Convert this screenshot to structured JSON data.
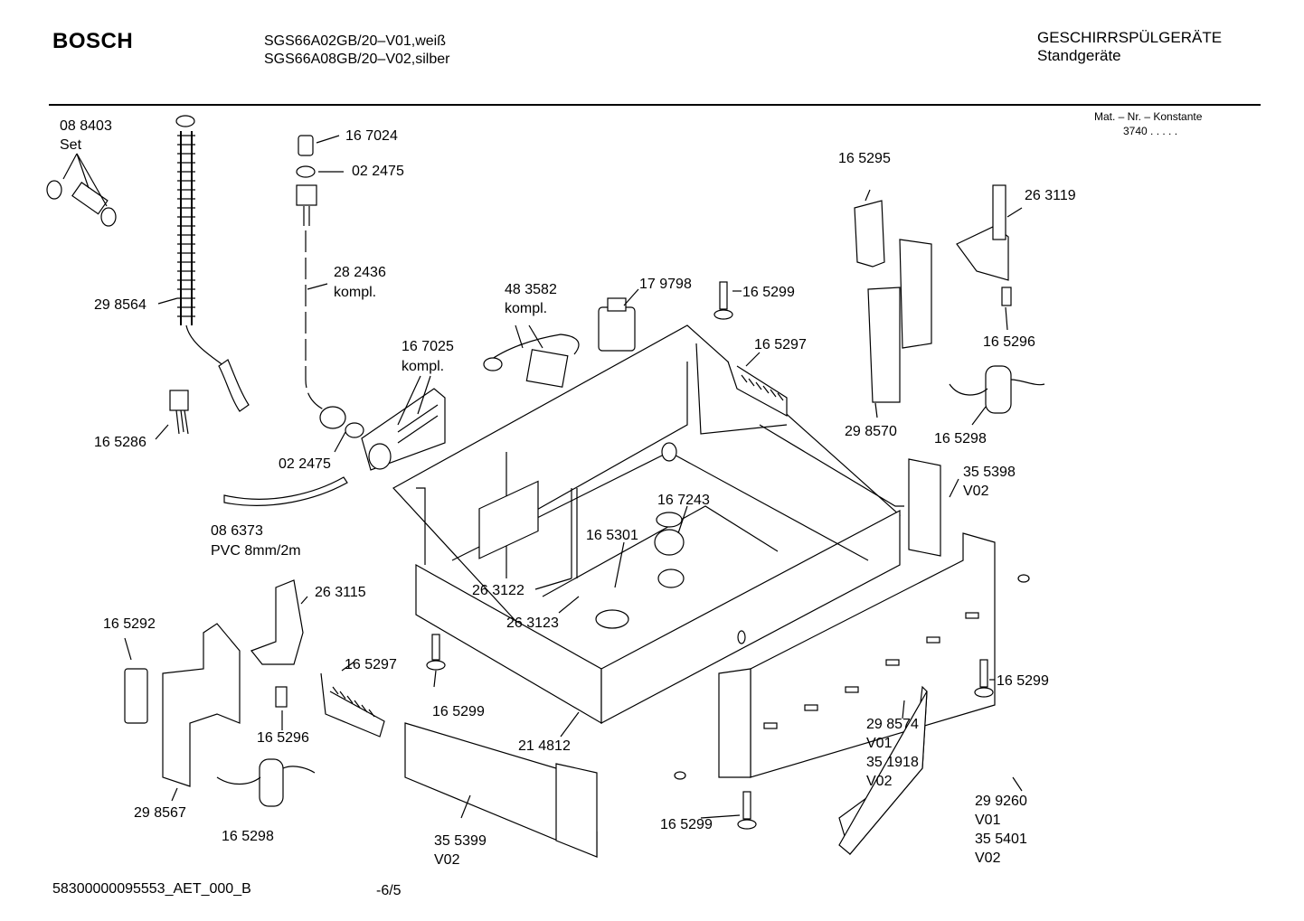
{
  "header": {
    "brand": "BOSCH",
    "model_1": "SGS66A02GB/20–V01,weiß",
    "model_2": "SGS66A08GB/20–V02,silber",
    "category_1": "GESCHIRRSPÜLGERÄTE",
    "category_2": "Standgeräte",
    "matno_label": "Mat. – Nr. – Konstante",
    "matno_value": "3740  .  .  .  .  ."
  },
  "parts": {
    "p088403": "08 8403",
    "p088403_note": "Set",
    "p298564": "29 8564",
    "p165286": "16 5286",
    "p167024": "16 7024",
    "p022475a": "02 2475",
    "p282436": "28 2436",
    "p282436_note": "kompl.",
    "p167025": "16 7025",
    "p167025_note": "kompl.",
    "p022475b": "02 2475",
    "p086373": "08 6373",
    "p086373_note": "PVC 8mm/2m",
    "p483582": "48 3582",
    "p483582_note": "kompl.",
    "p179798": "17 9798",
    "p165299a": "16 5299",
    "p165297a": "16 5297",
    "p165295": "16 5295",
    "p263119": "26 3119",
    "p165296a": "16 5296",
    "p298570": "29 8570",
    "p165298a": "16 5298",
    "p355398": "35 5398",
    "p355398_note": "V02",
    "p167243": "16 7243",
    "p165301": "16 5301",
    "p263122": "26 3122",
    "p263123": "26 3123",
    "p263115": "26 3115",
    "p165292": "16 5292",
    "p165297b": "16 5297",
    "p165296b": "16 5296",
    "p298567": "29 8567",
    "p165298b": "16 5298",
    "p165299b": "16 5299",
    "p214812": "21 4812",
    "p355399": "35 5399",
    "p355399_note": "V02",
    "p165299c": "16 5299",
    "p298574": "29 8574",
    "p298574_note1": "V01",
    "p351918": "35 1918",
    "p351918_note": "V02",
    "p165299d": "16 5299",
    "p299260": "29 9260",
    "p299260_note": "V01",
    "p355401": "35 5401",
    "p355401_note": "V02"
  },
  "footer": {
    "document_id": "58300000095553_AET_000_B",
    "page": "-6/5"
  }
}
